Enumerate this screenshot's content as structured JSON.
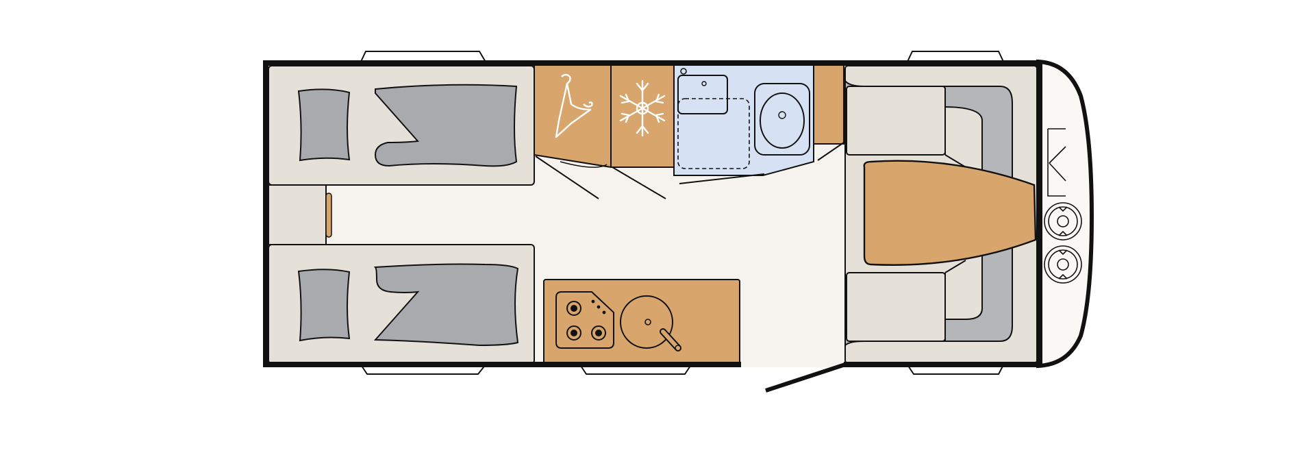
{
  "floor_plan": {
    "kind": "caravan-layout",
    "orientation": "front-right",
    "zones": [
      "twin-single-beds",
      "wardrobe",
      "fridge",
      "washroom",
      "kitchen",
      "front-dinette",
      "entry-door"
    ],
    "icons": {
      "wardrobe": "hanger-icon",
      "fridge": "snowflake-icon",
      "hob": "gas-hob-icon",
      "sink": "round-sink-icon",
      "gas_locker": "gas-bottle-icon"
    },
    "colors": {
      "outline": "#111111",
      "floor": "#f6f3ee",
      "bed_frame": "#e5e0d8",
      "mattress": "#a8aaad",
      "cabinet": "#d8a66c",
      "washroom": "#d6e2f3",
      "window": "#ffffff"
    }
  }
}
